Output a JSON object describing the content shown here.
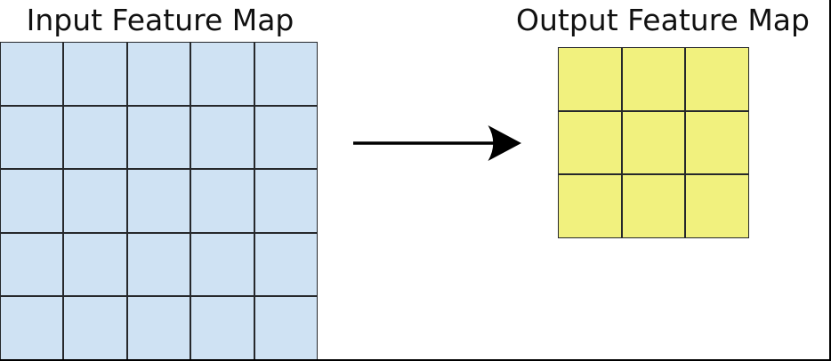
{
  "diagram": {
    "input_map": {
      "title": "Input Feature Map",
      "rows": 5,
      "cols": 5,
      "cell_fill": "#cfe2f3",
      "line_color": "#26282b"
    },
    "output_map": {
      "title": "Output Feature Map",
      "rows": 3,
      "cols": 3,
      "cell_fill": "#f1f17e",
      "line_color": "#26282b"
    },
    "arrow": {
      "direction": "right",
      "color": "#000000"
    }
  }
}
